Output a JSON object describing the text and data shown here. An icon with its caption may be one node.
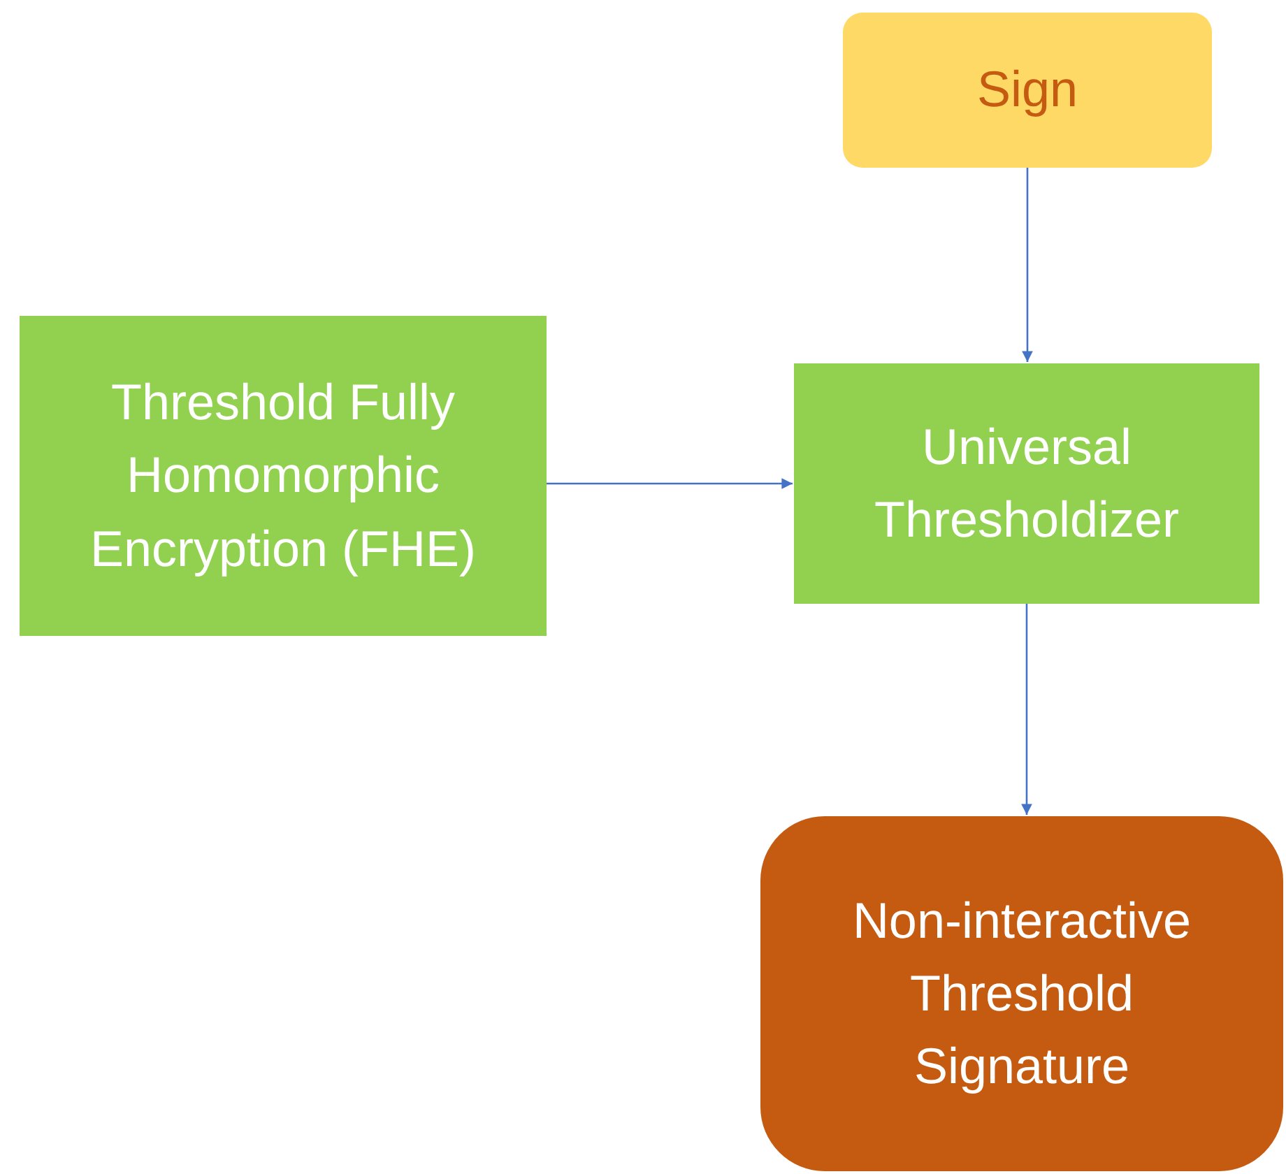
{
  "diagram": {
    "nodes": [
      {
        "text": [
          "Sign"
        ]
      },
      {
        "text": [
          "Threshold Fully Homomorphic Encryption (FHE)"
        ]
      },
      {
        "text": [
          "Universal Thresholdizer"
        ]
      },
      {
        "text": [
          "Non-interactive Threshold Signature"
        ]
      }
    ],
    "edges": [
      {
        "from": 0,
        "to": 2,
        "arrow": "to"
      },
      {
        "from": 1,
        "to": 2,
        "arrow": "to"
      },
      {
        "from": 2,
        "to": 3,
        "arrow": "to"
      }
    ]
  }
}
